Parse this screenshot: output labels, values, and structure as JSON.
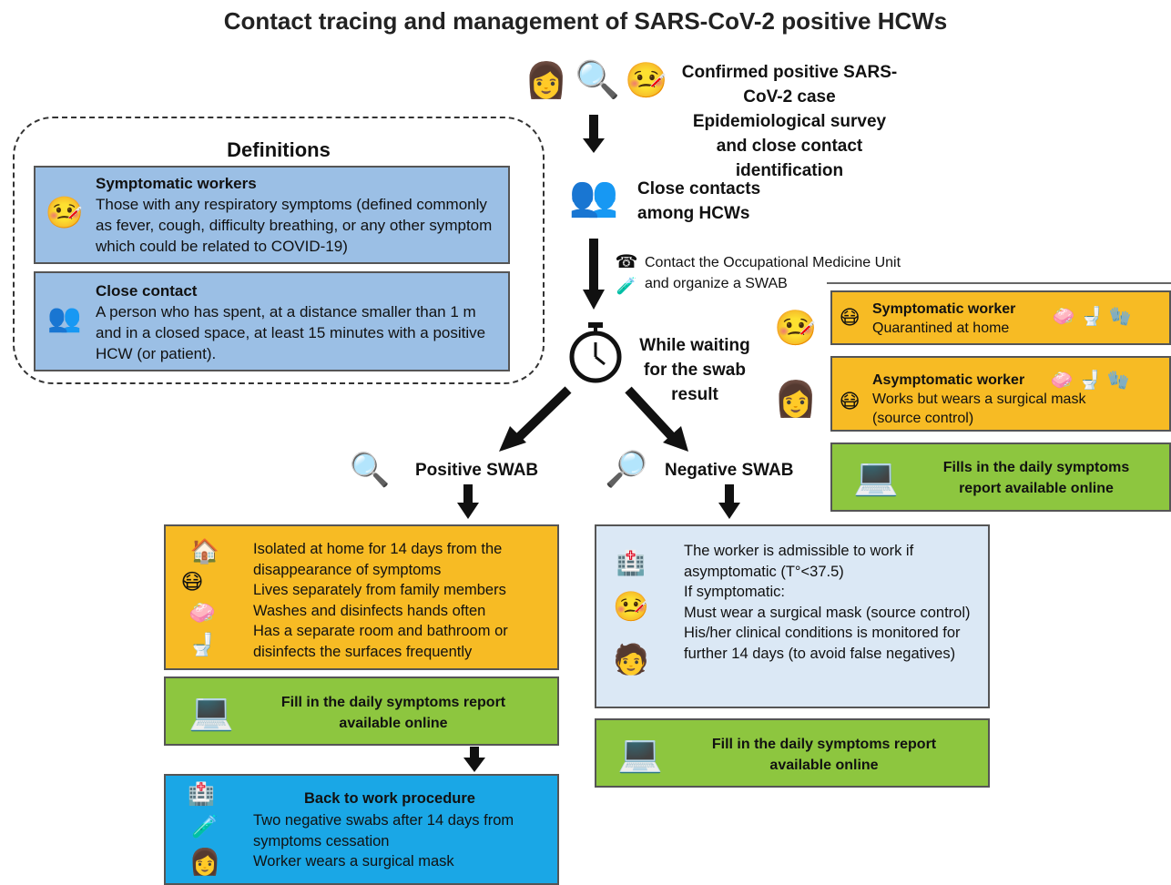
{
  "title": "Contact tracing and management of SARS-CoV-2 positive HCWs",
  "top_case_text": "Confirmed positive SARS-CoV-2 case Epidemiological survey and close contact identification",
  "close_contacts_text": "Close contacts among HCWs",
  "contact_unit_text": "Contact the Occupational Medicine Unit and organize a SWAB",
  "waiting_text": "While waiting for the swab result",
  "definitions": {
    "title": "Definitions",
    "symptomatic_title": "Symptomatic workers",
    "symptomatic_body": "Those with any respiratory symptoms (defined commonly as fever, cough, difficulty breathing, or any other symptom which could be related to COVID-19)",
    "close_title": "Close contact",
    "close_body": "A person who has spent, at a distance smaller than 1 m and in a closed space, at least 15 minutes with a positive HCW (or patient)."
  },
  "right_panel": {
    "symptomatic_title": "Symptomatic worker",
    "symptomatic_body": "Quarantined at home",
    "asymptomatic_title": "Asymptomatic worker",
    "asymptomatic_body": "Works but wears a surgical mask (source control)",
    "report_text": "Fills in the daily symptoms report available online"
  },
  "positive": {
    "label": "Positive SWAB",
    "lines": [
      "Isolated at home for 14 days from the disappearance of symptoms",
      "Lives separately from family members",
      "Washes and disinfects hands often",
      "Has a separate room and bathroom or disinfects the surfaces frequently"
    ],
    "report_text": "Fill in the daily symptoms report available online",
    "back_title": "Back to work procedure",
    "back_lines": [
      "Two negative swabs after 14 days from symptoms cessation",
      "Worker wears a surgical mask"
    ]
  },
  "negative": {
    "label": "Negative SWAB",
    "lines": [
      "The worker is admissible to work if asymptomatic (T°<37.5)",
      "If symptomatic:",
      "Must wear a surgical mask (source control)",
      "His/her clinical conditions is monitored for further 14 days (to avoid false negatives)"
    ],
    "report_text": "Fill in the daily symptoms report available online"
  },
  "icons": {
    "woman": "woman-icon",
    "sick_woman": "sick-woman-icon",
    "virus_magnifier": "virus-magnifier-icon",
    "crowd": "crowd-icon",
    "phone": "phone-icon",
    "swab": "swab-tube-icon",
    "stopwatch": "stopwatch-icon",
    "laptop": "laptop-stethoscope-icon",
    "hospital": "hospital-icon",
    "doctor": "doctor-icon"
  }
}
